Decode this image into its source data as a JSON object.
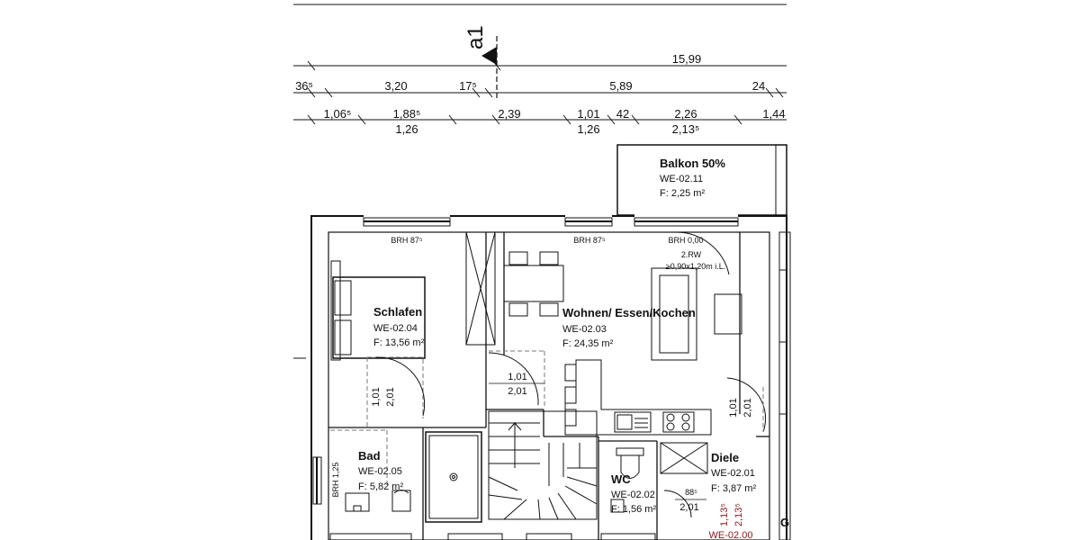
{
  "section_marker": "a1",
  "dimensions": {
    "row1": [
      "15,99"
    ],
    "row2": [
      "36⁵",
      "3,20",
      "17⁵",
      "5,89",
      "24"
    ],
    "row3_top": [
      "1,06⁵",
      "1,88⁵",
      "2,39",
      "1,01",
      "42",
      "2,26",
      "1,44"
    ],
    "row3_bottom": [
      "1,26",
      "1,26",
      "2,13⁵"
    ]
  },
  "rooms": [
    {
      "name": "Balkon 50%",
      "id": "WE-02.11",
      "area": "F: 2,25 m²"
    },
    {
      "name": "Schlafen",
      "id": "WE-02.04",
      "area": "F: 13,56 m²"
    },
    {
      "name": "Wohnen/ Essen/Kochen",
      "id": "WE-02.03",
      "area": "F: 24,35 m²"
    },
    {
      "name": "Bad",
      "id": "WE-02.05",
      "area": "F: 5,82 m²"
    },
    {
      "name": "WC",
      "id": "WE-02.02",
      "area": "F: 1,56 m²"
    },
    {
      "name": "Diele",
      "id": "WE-02.01",
      "area": "F: 3,87 m²"
    }
  ],
  "annotations": {
    "brh_left": "BRH 87⁵",
    "brh_mid": "BRH 87⁵",
    "brh_right": "BRH 0,00",
    "rw_line1": "2.RW",
    "rw_line2": "≥0,90x1,20m i.L.",
    "brh_bad": "BRH 1,25",
    "door_schlafen_w": "1,01",
    "door_schlafen_h": "2,01",
    "door_mid_w": "1,01",
    "door_mid_h": "2,01",
    "door_diele_w": "1,01",
    "door_diele_h": "2,01",
    "door_wc_w": "88⁵",
    "door_wc_h": "2,01",
    "entry_w": "1,13⁵",
    "entry_h": "2,13⁵",
    "stair_ref": "WE-02.00",
    "partial_label": "G"
  }
}
